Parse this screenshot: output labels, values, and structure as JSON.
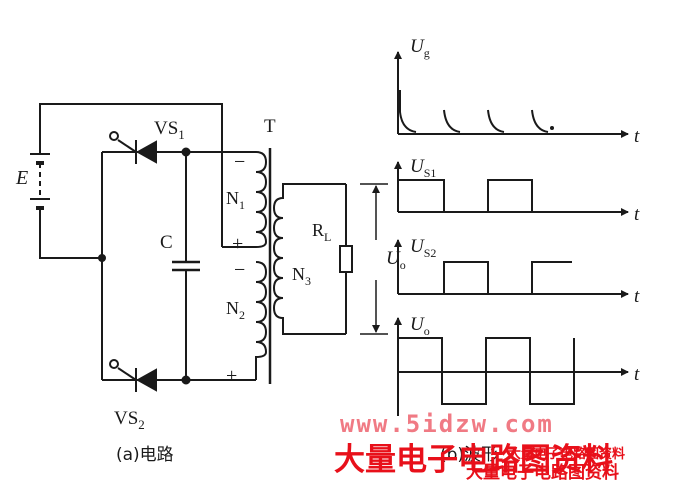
{
  "circuit": {
    "source_label": "E",
    "thyristor_top_label": "VS",
    "thyristor_top_sub": "1",
    "thyristor_bottom_label": "VS",
    "thyristor_bottom_sub": "2",
    "capacitor_label": "C",
    "transformer_label": "T",
    "winding1_label": "N",
    "winding1_sub": "1",
    "winding2_label": "N",
    "winding2_sub": "2",
    "winding3_label": "N",
    "winding3_sub": "3",
    "load_label": "R",
    "load_sub": "L",
    "output_label": "U",
    "output_sub": "o",
    "pol_minus_1": "−",
    "pol_plus_1": "+",
    "pol_minus_2": "−",
    "pol_plus_2": "+",
    "caption": "(a)电路"
  },
  "waveforms": {
    "axis_t": "t",
    "ug_label": "U",
    "ug_sub": "g",
    "us1_label": "U",
    "us1_sub": "S1",
    "us2_label": "U",
    "us2_sub": "S2",
    "uo_label": "U",
    "uo_sub": "o",
    "caption_partial": "(b)波形"
  },
  "watermark": {
    "url": "www.5idzw.com",
    "title": "大量电子电路图资料",
    "small": "大量电子电路图资料",
    "small_prefix": "大量电子电路图资料"
  },
  "colors": {
    "ink": "#1a1a1a",
    "watermark_red": "#e8101a",
    "watermark_pink": "#f07a84"
  }
}
